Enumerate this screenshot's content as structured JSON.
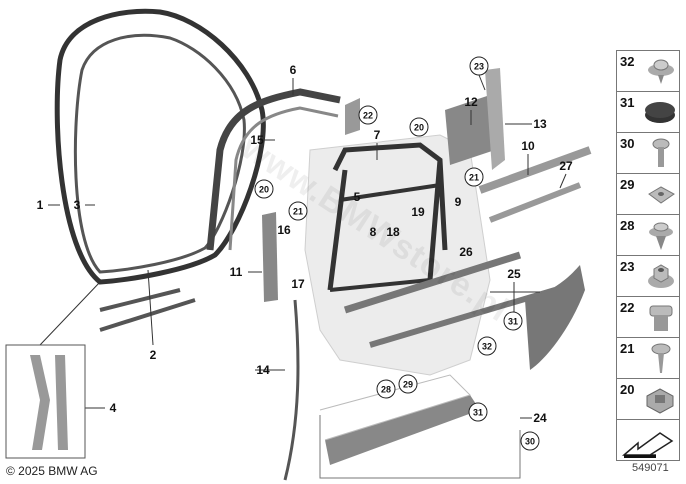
{
  "diagram": {
    "callouts": [
      "1",
      "3",
      "2",
      "4",
      "6",
      "15",
      "22",
      "7",
      "20",
      "12",
      "23",
      "13",
      "10",
      "27",
      "21",
      "20",
      "21",
      "5",
      "19",
      "9",
      "16",
      "8",
      "18",
      "17",
      "11",
      "26",
      "25",
      "31",
      "32",
      "14",
      "28",
      "29",
      "31",
      "24",
      "30"
    ],
    "side_parts": [
      "32",
      "31",
      "30",
      "29",
      "28",
      "23",
      "22",
      "21",
      "20"
    ],
    "copyright": "© 2025 BMW AG",
    "reference_number": "549071",
    "watermark": "www.BMWstore.pl"
  }
}
